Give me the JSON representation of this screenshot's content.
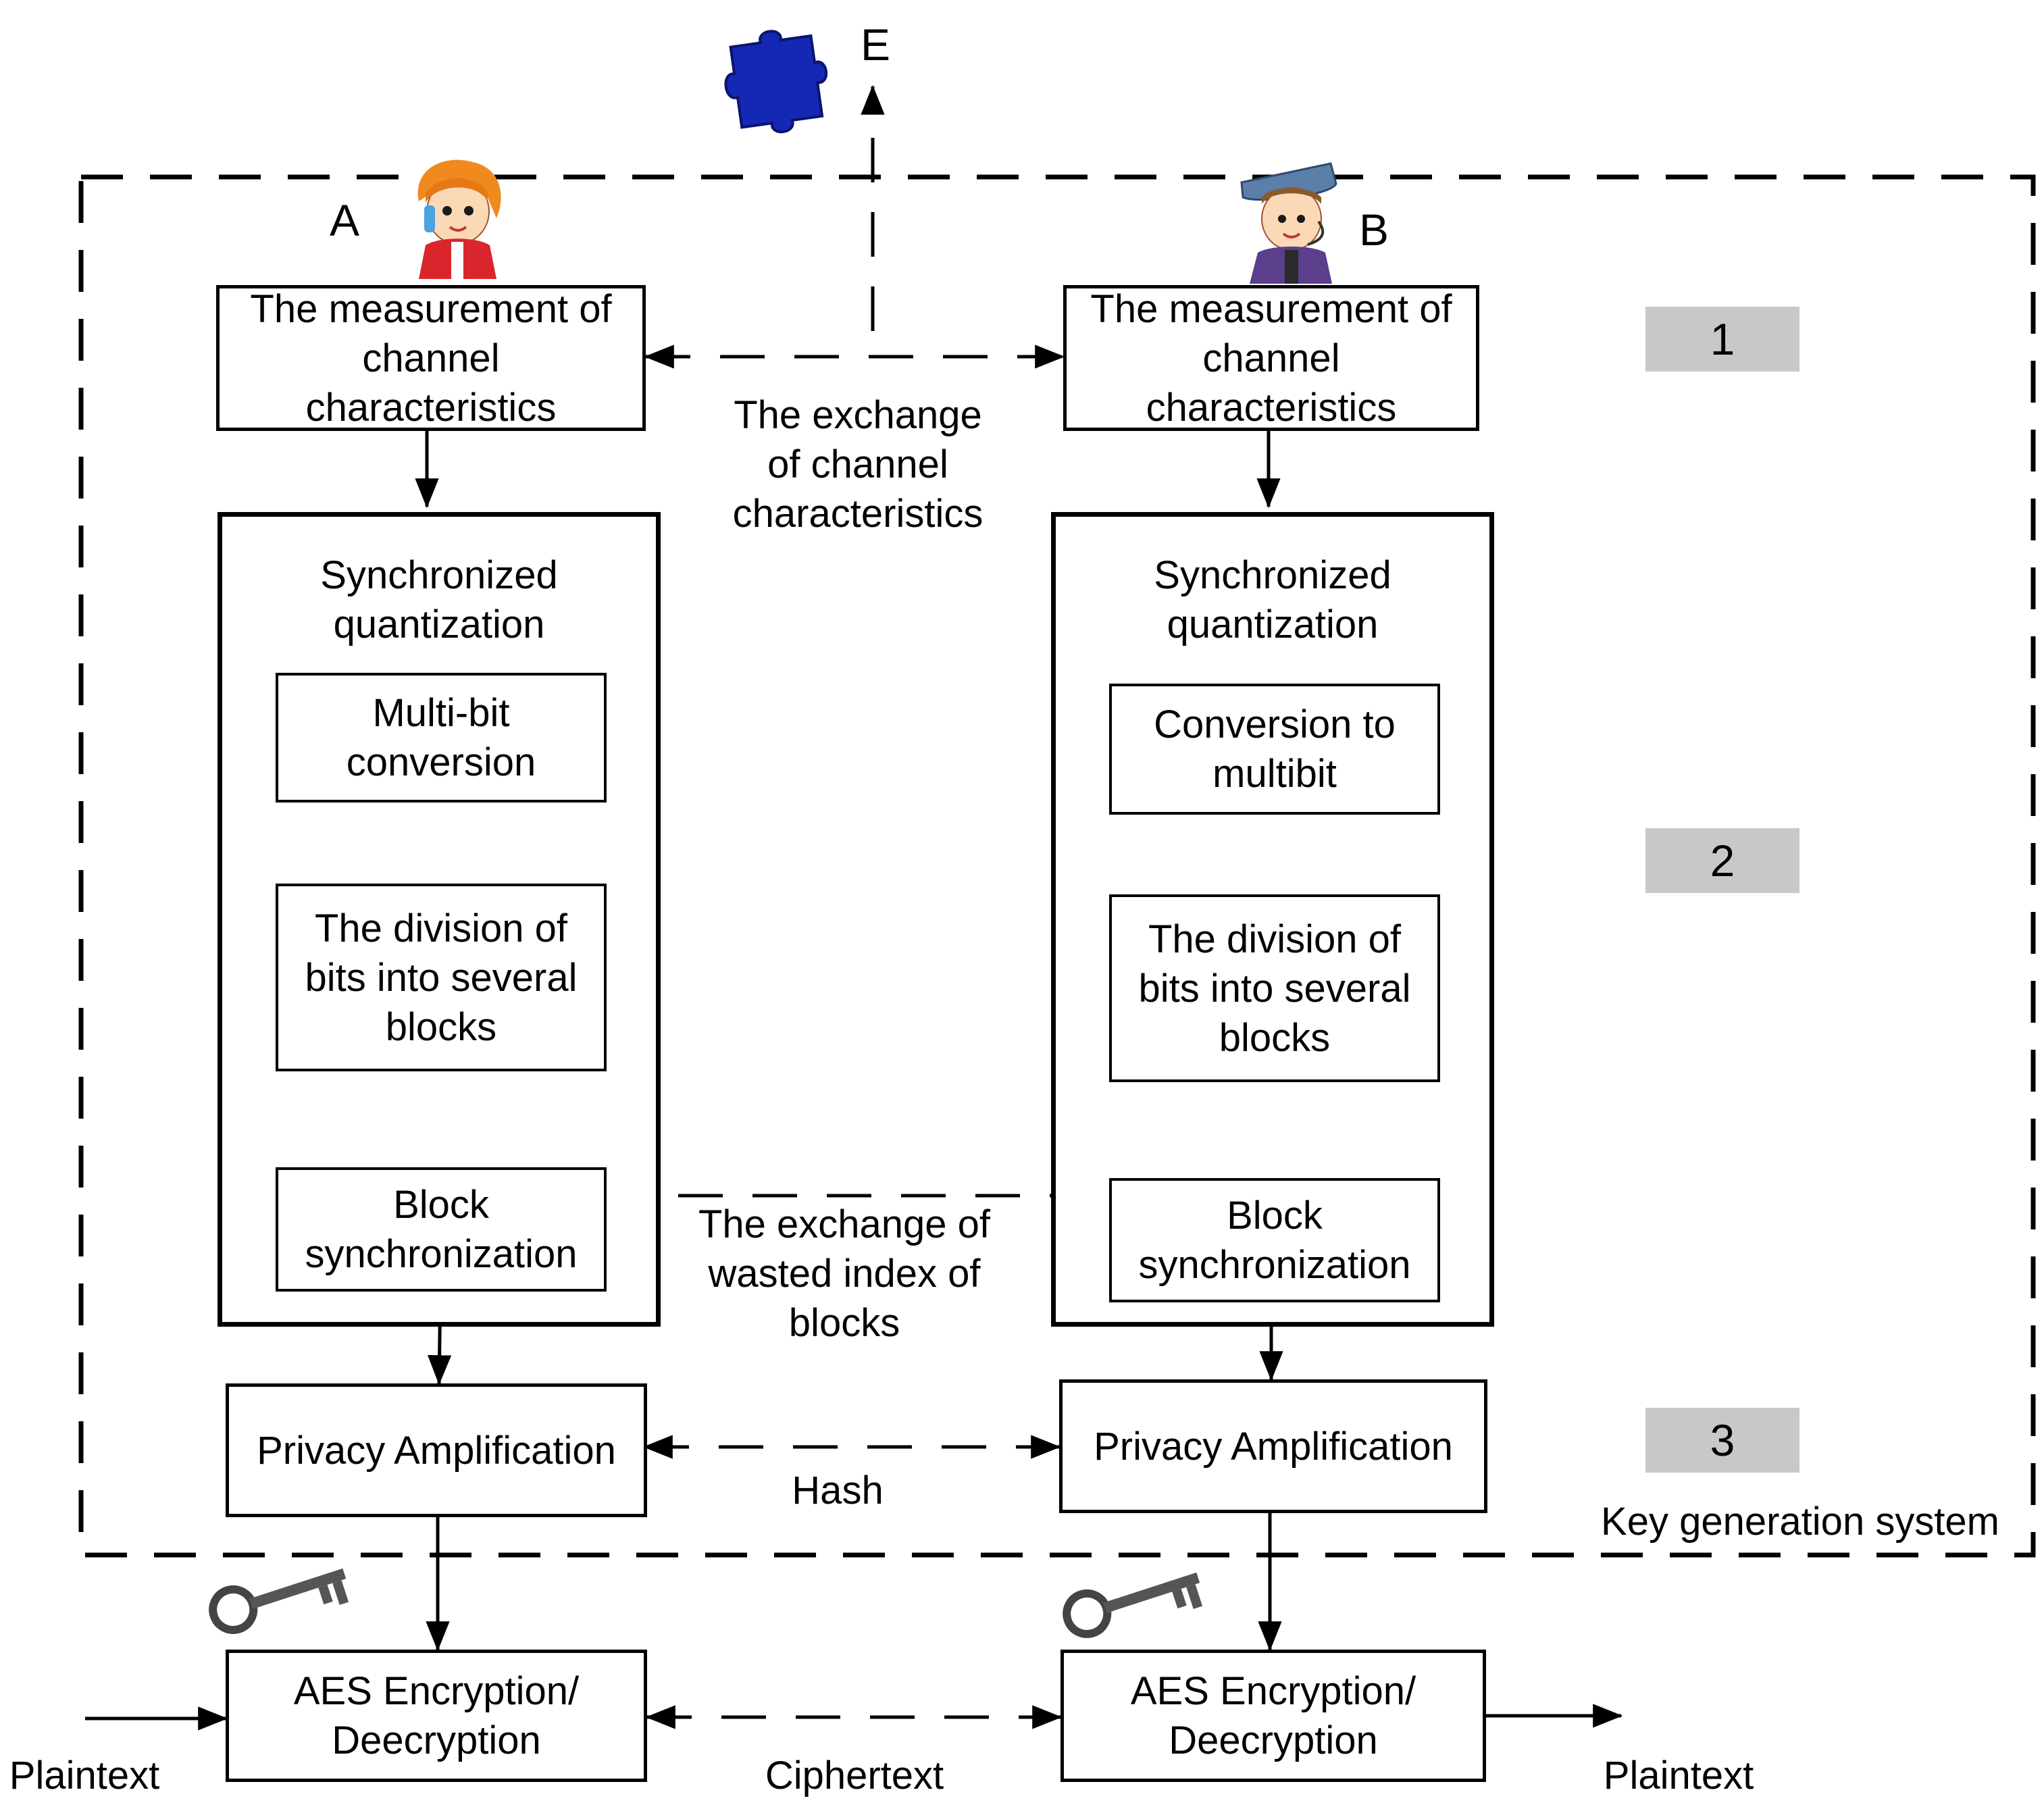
{
  "eavesdropper": {
    "label": "E",
    "icon": "puzzle-piece-icon"
  },
  "party_a": {
    "label": "A",
    "icon": "girl-on-phone-icon",
    "measurement": "The measurement of\nchannel\ncharacteristics",
    "group_title": "Synchronized\nquantization",
    "step1": "Multi-bit\nconversion",
    "step2": "The division of\nbits into several\nblocks",
    "step3": "Block\nsynchronization",
    "privacy": "Privacy Amplification",
    "aes": "AES Encryption/\nDeecryption",
    "plaintext": "Plaintext",
    "key_icon": "key-icon"
  },
  "party_b": {
    "label": "B",
    "icon": "boy-with-headset-icon",
    "measurement": "The measurement of\nchannel\ncharacteristics",
    "group_title": "Synchronized\nquantization",
    "step1": "Conversion to\nmultibit",
    "step2": "The division of\nbits into several\nblocks",
    "step3": "Block\nsynchronization",
    "privacy": "Privacy Amplification",
    "aes": "AES Encryption/\nDeecryption",
    "plaintext": "Plaintext",
    "key_icon": "key-icon"
  },
  "exchanges": {
    "channel": "The exchange\nof channel\ncharacteristics",
    "index": "The exchange of\nwasted index of\nblocks",
    "hash": "Hash",
    "ciphertext": "Ciphertext"
  },
  "stages": [
    "1",
    "2",
    "3"
  ],
  "system_label": "Key generation system"
}
